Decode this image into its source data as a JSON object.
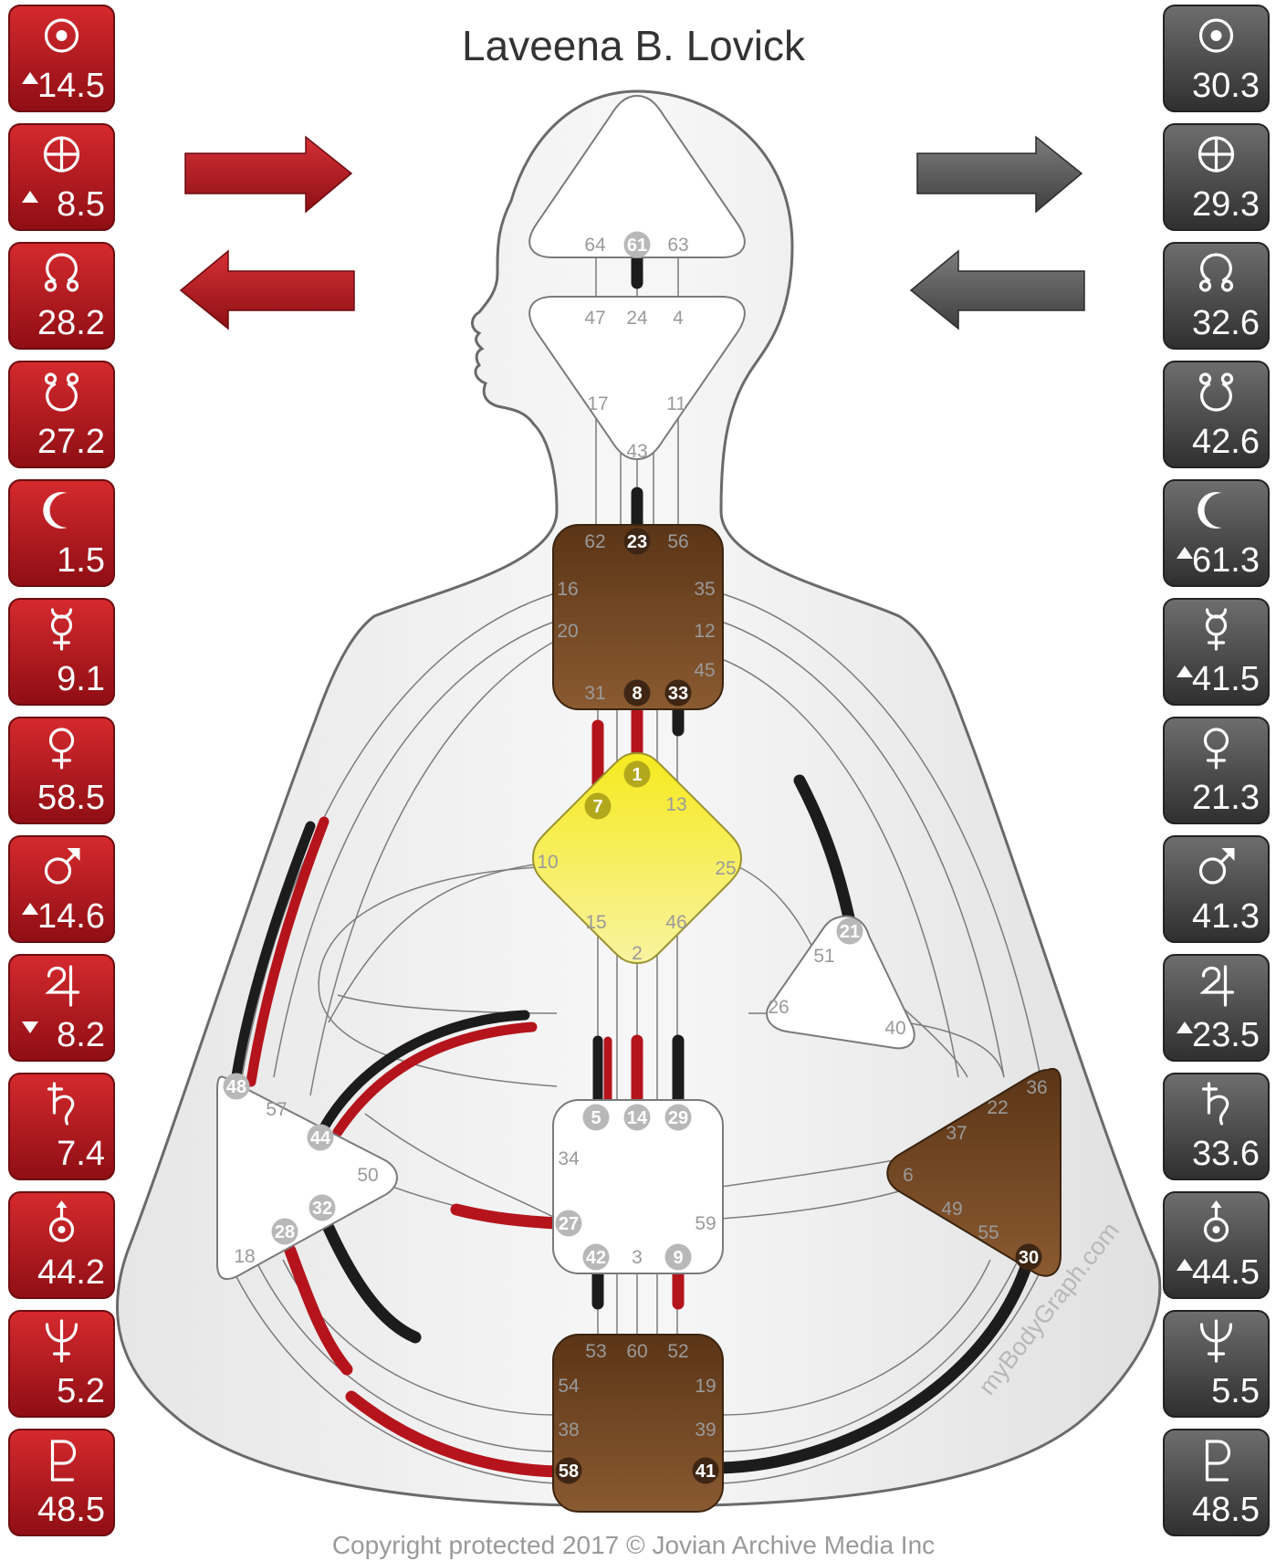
{
  "title": "Laveena B. Lovick",
  "copyright": "Copyright protected 2017 © Jovian Archive Media Inc",
  "watermark": "myBodyGraph.com",
  "colors": {
    "design_red": "#b5141c",
    "personality_gray": "#505050",
    "personality_black": "#1c1c1c",
    "defined_brown": "#6e4420",
    "defined_yellow": "#f4e62a",
    "undefined_white": "#ffffff",
    "gate_gray": "#9a9a9a"
  },
  "design_column": [
    {
      "planet": "sun-icon",
      "value": "14.5",
      "arrow": "up"
    },
    {
      "planet": "earth-icon",
      "value": "8.5",
      "arrow": "up"
    },
    {
      "planet": "north-node-icon",
      "value": "28.2",
      "arrow": ""
    },
    {
      "planet": "south-node-icon",
      "value": "27.2",
      "arrow": ""
    },
    {
      "planet": "moon-icon",
      "value": "1.5",
      "arrow": ""
    },
    {
      "planet": "mercury-icon",
      "value": "9.1",
      "arrow": ""
    },
    {
      "planet": "venus-icon",
      "value": "58.5",
      "arrow": ""
    },
    {
      "planet": "mars-icon",
      "value": "14.6",
      "arrow": "up"
    },
    {
      "planet": "jupiter-icon",
      "value": "8.2",
      "arrow": "down"
    },
    {
      "planet": "saturn-icon",
      "value": "7.4",
      "arrow": ""
    },
    {
      "planet": "uranus-icon",
      "value": "44.2",
      "arrow": ""
    },
    {
      "planet": "neptune-icon",
      "value": "5.2",
      "arrow": ""
    },
    {
      "planet": "pluto-icon",
      "value": "48.5",
      "arrow": ""
    }
  ],
  "personality_column": [
    {
      "planet": "sun-icon",
      "value": "30.3",
      "arrow": ""
    },
    {
      "planet": "earth-icon",
      "value": "29.3",
      "arrow": ""
    },
    {
      "planet": "north-node-icon",
      "value": "32.6",
      "arrow": ""
    },
    {
      "planet": "south-node-icon",
      "value": "42.6",
      "arrow": ""
    },
    {
      "planet": "moon-icon",
      "value": "61.3",
      "arrow": "up"
    },
    {
      "planet": "mercury-icon",
      "value": "41.5",
      "arrow": "up"
    },
    {
      "planet": "venus-icon",
      "value": "21.3",
      "arrow": ""
    },
    {
      "planet": "mars-icon",
      "value": "41.3",
      "arrow": ""
    },
    {
      "planet": "jupiter-icon",
      "value": "23.5",
      "arrow": "up"
    },
    {
      "planet": "saturn-icon",
      "value": "33.6",
      "arrow": ""
    },
    {
      "planet": "uranus-icon",
      "value": "44.5",
      "arrow": "up"
    },
    {
      "planet": "neptune-icon",
      "value": "5.5",
      "arrow": ""
    },
    {
      "planet": "pluto-icon",
      "value": "48.5",
      "arrow": ""
    }
  ],
  "direction_arrows": [
    {
      "side": "design",
      "position": "top",
      "points": "right"
    },
    {
      "side": "design",
      "position": "bottom",
      "points": "left"
    },
    {
      "side": "personality",
      "position": "top",
      "points": "right"
    },
    {
      "side": "personality",
      "position": "bottom",
      "points": "left"
    }
  ],
  "centers": [
    {
      "name": "head",
      "defined": false
    },
    {
      "name": "ajna",
      "defined": false
    },
    {
      "name": "throat",
      "defined": true,
      "color": "brown"
    },
    {
      "name": "g-center",
      "defined": true,
      "color": "yellow"
    },
    {
      "name": "ego",
      "defined": false
    },
    {
      "name": "spleen",
      "defined": false
    },
    {
      "name": "sacral",
      "defined": false
    },
    {
      "name": "solar-plexus",
      "defined": true,
      "color": "brown"
    },
    {
      "name": "root",
      "defined": true,
      "color": "brown"
    }
  ],
  "gates": [
    {
      "id": "64",
      "center": "head",
      "active": false
    },
    {
      "id": "61",
      "center": "head",
      "active": "personality"
    },
    {
      "id": "63",
      "center": "head",
      "active": false
    },
    {
      "id": "47",
      "center": "ajna",
      "active": false
    },
    {
      "id": "24",
      "center": "ajna",
      "active": false
    },
    {
      "id": "4",
      "center": "ajna",
      "active": false
    },
    {
      "id": "17",
      "center": "ajna",
      "active": false
    },
    {
      "id": "11",
      "center": "ajna",
      "active": false
    },
    {
      "id": "43",
      "center": "ajna",
      "active": false
    },
    {
      "id": "62",
      "center": "throat",
      "active": false
    },
    {
      "id": "23",
      "center": "throat",
      "active": "personality"
    },
    {
      "id": "56",
      "center": "throat",
      "active": false
    },
    {
      "id": "16",
      "center": "throat",
      "active": false
    },
    {
      "id": "35",
      "center": "throat",
      "active": false
    },
    {
      "id": "20",
      "center": "throat",
      "active": false
    },
    {
      "id": "12",
      "center": "throat",
      "active": false
    },
    {
      "id": "45",
      "center": "throat",
      "active": false
    },
    {
      "id": "31",
      "center": "throat",
      "active": false
    },
    {
      "id": "8",
      "center": "throat",
      "active": "both"
    },
    {
      "id": "33",
      "center": "throat",
      "active": "personality"
    },
    {
      "id": "1",
      "center": "g-center",
      "active": "design"
    },
    {
      "id": "7",
      "center": "g-center",
      "active": "design"
    },
    {
      "id": "13",
      "center": "g-center",
      "active": false
    },
    {
      "id": "10",
      "center": "g-center",
      "active": false
    },
    {
      "id": "25",
      "center": "g-center",
      "active": false
    },
    {
      "id": "15",
      "center": "g-center",
      "active": false
    },
    {
      "id": "46",
      "center": "g-center",
      "active": false
    },
    {
      "id": "2",
      "center": "g-center",
      "active": false
    },
    {
      "id": "21",
      "center": "ego",
      "active": "personality"
    },
    {
      "id": "51",
      "center": "ego",
      "active": false
    },
    {
      "id": "26",
      "center": "ego",
      "active": false
    },
    {
      "id": "40",
      "center": "ego",
      "active": false
    },
    {
      "id": "48",
      "center": "spleen",
      "active": "both"
    },
    {
      "id": "57",
      "center": "spleen",
      "active": false
    },
    {
      "id": "44",
      "center": "spleen",
      "active": "both"
    },
    {
      "id": "50",
      "center": "spleen",
      "active": false
    },
    {
      "id": "32",
      "center": "spleen",
      "active": "personality"
    },
    {
      "id": "28",
      "center": "spleen",
      "active": "design"
    },
    {
      "id": "18",
      "center": "spleen",
      "active": false
    },
    {
      "id": "5",
      "center": "sacral",
      "active": "both"
    },
    {
      "id": "14",
      "center": "sacral",
      "active": "design"
    },
    {
      "id": "29",
      "center": "sacral",
      "active": "personality"
    },
    {
      "id": "34",
      "center": "sacral",
      "active": false
    },
    {
      "id": "27",
      "center": "sacral",
      "active": "design"
    },
    {
      "id": "59",
      "center": "sacral",
      "active": false
    },
    {
      "id": "42",
      "center": "sacral",
      "active": "personality"
    },
    {
      "id": "3",
      "center": "sacral",
      "active": false
    },
    {
      "id": "9",
      "center": "sacral",
      "active": "design"
    },
    {
      "id": "36",
      "center": "solar-plexus",
      "active": false
    },
    {
      "id": "22",
      "center": "solar-plexus",
      "active": false
    },
    {
      "id": "37",
      "center": "solar-plexus",
      "active": false
    },
    {
      "id": "6",
      "center": "solar-plexus",
      "active": false
    },
    {
      "id": "49",
      "center": "solar-plexus",
      "active": false
    },
    {
      "id": "55",
      "center": "solar-plexus",
      "active": false
    },
    {
      "id": "30",
      "center": "solar-plexus",
      "active": "personality"
    },
    {
      "id": "53",
      "center": "root",
      "active": false
    },
    {
      "id": "60",
      "center": "root",
      "active": false
    },
    {
      "id": "52",
      "center": "root",
      "active": false
    },
    {
      "id": "54",
      "center": "root",
      "active": false
    },
    {
      "id": "19",
      "center": "root",
      "active": false
    },
    {
      "id": "38",
      "center": "root",
      "active": false
    },
    {
      "id": "39",
      "center": "root",
      "active": false
    },
    {
      "id": "58",
      "center": "root",
      "active": "design"
    },
    {
      "id": "41",
      "center": "root",
      "active": "personality"
    }
  ],
  "channels": [
    {
      "gates": "61-24",
      "activation": "personality"
    },
    {
      "gates": "43-23",
      "activation": "personality"
    },
    {
      "gates": "8-1",
      "activation": "both"
    },
    {
      "gates": "31-7",
      "activation": "design"
    },
    {
      "gates": "33-13",
      "activation": "personality"
    },
    {
      "gates": "45-21",
      "activation": "personality"
    },
    {
      "gates": "16-48",
      "activation": "both"
    },
    {
      "gates": "26-44",
      "activation": "both"
    },
    {
      "gates": "5-15",
      "activation": "both"
    },
    {
      "gates": "14-2",
      "activation": "design"
    },
    {
      "gates": "29-46",
      "activation": "personality"
    },
    {
      "gates": "50-27",
      "activation": "design"
    },
    {
      "gates": "42-53",
      "activation": "personality"
    },
    {
      "gates": "9-52",
      "activation": "design"
    },
    {
      "gates": "32-54",
      "activation": "personality"
    },
    {
      "gates": "28-38",
      "activation": "design"
    },
    {
      "gates": "18-58",
      "activation": "design"
    },
    {
      "gates": "30-41",
      "activation": "personality"
    }
  ]
}
